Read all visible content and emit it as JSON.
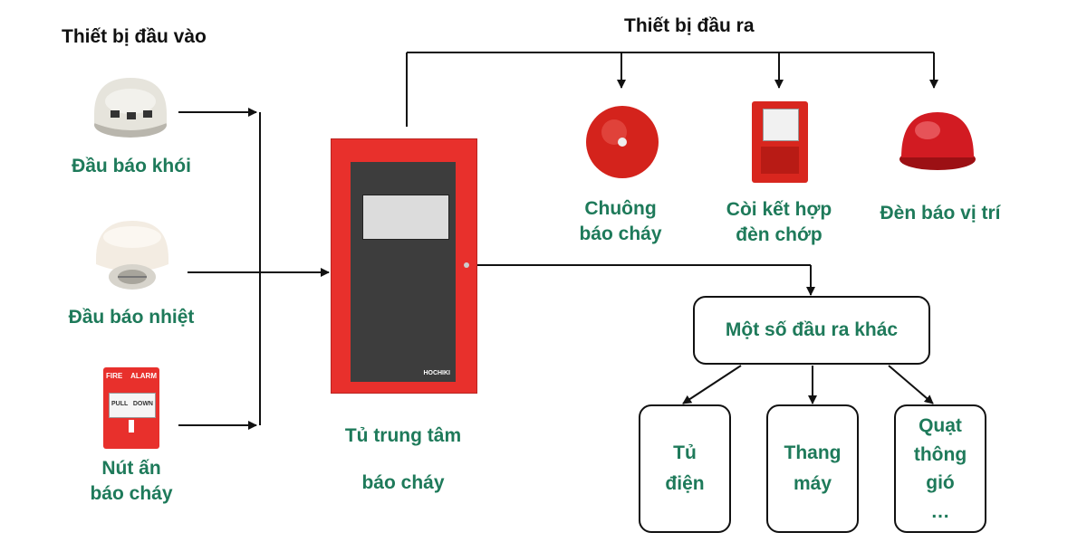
{
  "inputs": {
    "heading": "Thiết bị đầu vào",
    "smoke": "Đầu báo khói",
    "heat": "Đầu báo nhiệt",
    "button_line1": "Nút ấn",
    "button_line2": "báo cháy",
    "button_panel_top_left": "FIRE",
    "button_panel_top_right": "ALARM",
    "button_panel_pull": "PULL",
    "button_panel_down": "DOWN"
  },
  "panel": {
    "line1": "Tủ trung tâm",
    "line2": "báo cháy",
    "brand": "HOCHIKI"
  },
  "outputs": {
    "heading": "Thiết bị đầu ra",
    "bell_line1": "Chuông",
    "bell_line2": "báo cháy",
    "horn_line1": "Còi kết hợp",
    "horn_line2": "đèn chớp",
    "lamp": "Đèn báo vị trí",
    "other": "Một số đầu ra khác",
    "sub1_line1": "Tủ",
    "sub1_line2": "điện",
    "sub2_line1": "Thang",
    "sub2_line2": "máy",
    "sub3_line1": "Quạt",
    "sub3_line2": "thông",
    "sub3_line3": "gió",
    "sub3_line4": "…"
  },
  "colors": {
    "label_green": "#1e7a5a",
    "panel_red": "#e8302c",
    "panel_dark": "#3d3d3d"
  }
}
